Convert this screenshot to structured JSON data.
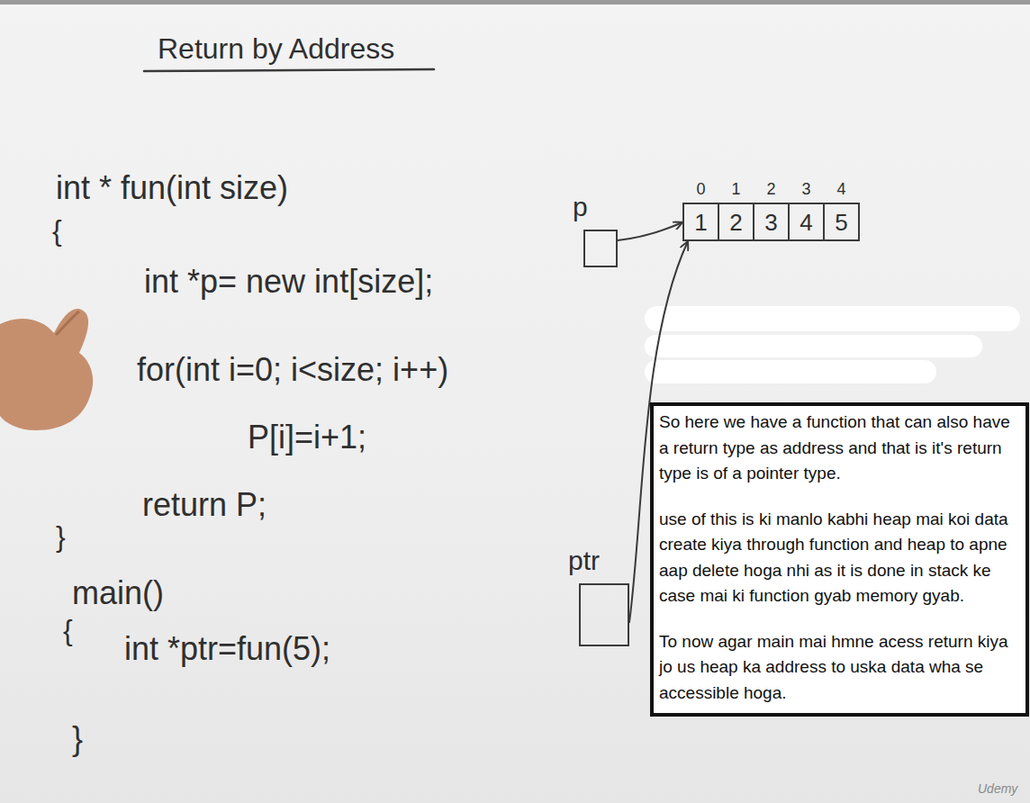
{
  "diagram": {
    "title": "Return by Address",
    "nodes": [
      {
        "text": [
          "p"
        ]
      },
      {
        "text": [
          "0",
          "1"
        ]
      },
      {
        "text": [
          "1",
          "2"
        ]
      },
      {
        "text": [
          "2",
          "3"
        ]
      },
      {
        "text": [
          "3",
          "4"
        ]
      },
      {
        "text": [
          "4",
          "5"
        ]
      },
      {
        "text": [
          "ptr"
        ]
      },
      {
        "text": [
          "So here we have a function that can also have a return type as address and that is it's return type is of a pointer type.",
          "use of this is ki manlo kabhi heap mai koi data create kiya through function and heap to apne aap delete hoga nhi as it is done in stack ke case mai ki function gyab memory gyab.",
          "To now agar main mai hmne acess return kiya jo us heap ka address to uska data wha se accessible hoga."
        ]
      }
    ],
    "edges": [
      {
        "from": 0,
        "to": 1,
        "arrow": "to"
      },
      {
        "from": 6,
        "to": 1,
        "arrow": "to"
      }
    ],
    "labels": [
      "int * fun(int size)",
      "{",
      "int *p= new int[size];",
      "for(int i=0; i<size; i++)",
      "P[i]=i+1;",
      "return P;",
      "}",
      "main()",
      "{",
      "int *ptr=fun(5);",
      "}",
      "Udemy"
    ]
  }
}
